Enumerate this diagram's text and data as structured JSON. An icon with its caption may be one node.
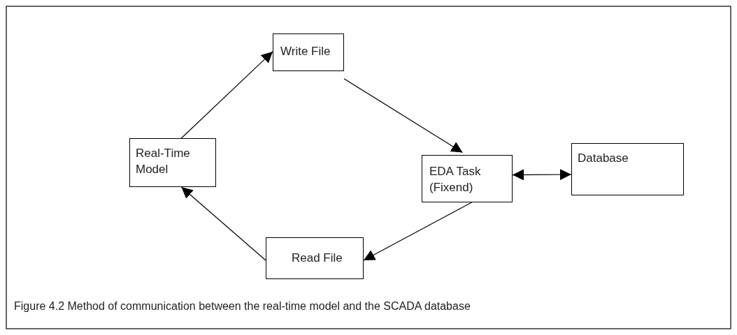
{
  "diagram": {
    "caption": "Figure 4.2 Method of communication between the real-time model and the SCADA database",
    "nodes": [
      {
        "text": [
          "Write File"
        ]
      },
      {
        "text": [
          "Real-Time Model"
        ]
      },
      {
        "text": [
          "EDA Task (Fixend)"
        ]
      },
      {
        "text": [
          "Database"
        ]
      },
      {
        "text": [
          "Read File"
        ]
      }
    ],
    "edges": [
      {
        "from": 1,
        "to": 0,
        "arrow": "to"
      },
      {
        "from": 0,
        "to": 2,
        "arrow": "to"
      },
      {
        "from": 2,
        "to": 3,
        "arrow": "both"
      },
      {
        "from": 2,
        "to": 4,
        "arrow": "to"
      },
      {
        "from": 4,
        "to": 1,
        "arrow": "to"
      }
    ]
  }
}
